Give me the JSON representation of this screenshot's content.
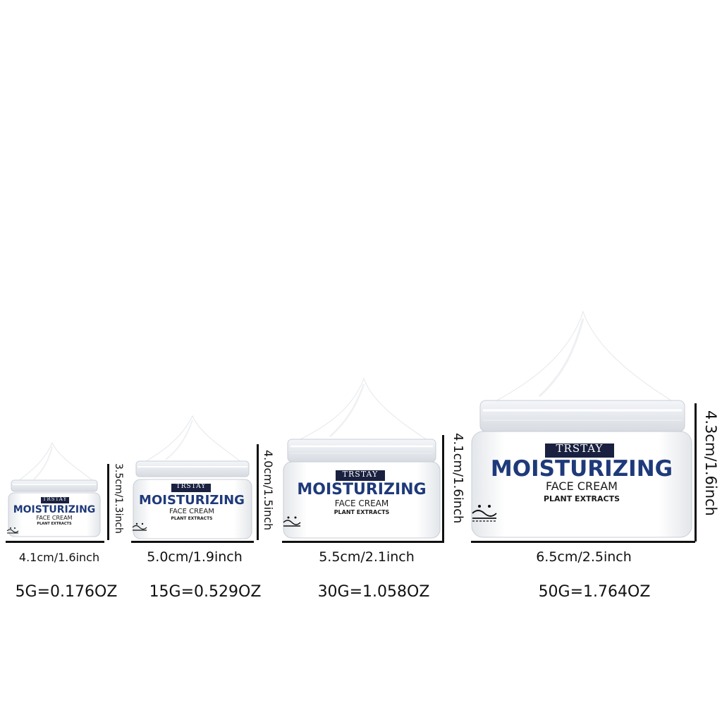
{
  "products": [
    {
      "brand": "TRSTAY",
      "title": "MOISTURIZING",
      "subtitle": "FACE CREAM",
      "extract": "PLANT EXTRACTS",
      "width_label": "4.1cm/1.6inch",
      "height_label": "3.5cm/1.3inch",
      "weight_label": "5G=0.176OZ"
    },
    {
      "brand": "TRSTAY",
      "title": "MOISTURIZING",
      "subtitle": "FACE CREAM",
      "extract": "PLANT EXTRACTS",
      "width_label": "5.0cm/1.9inch",
      "height_label": "4.0cm/1.5inch",
      "weight_label": "15G=0.529OZ"
    },
    {
      "brand": "TRSTAY",
      "title": "MOISTURIZING",
      "subtitle": "FACE CREAM",
      "extract": "PLANT EXTRACTS",
      "width_label": "5.5cm/2.1inch",
      "height_label": "4.1cm/1.6inch",
      "weight_label": "30G=1.058OZ"
    },
    {
      "brand": "TRSTAY",
      "title": "MOISTURIZING",
      "subtitle": "FACE CREAM",
      "extract": "PLANT EXTRACTS",
      "width_label": "6.5cm/2.5inch",
      "height_label": "4.3cm/1.6inch",
      "weight_label": "50G=1.764OZ"
    }
  ],
  "colors": {
    "title": "#1f3a7a",
    "brand_bg": "#1a2140",
    "cream": "#ffffff",
    "jar_edge": "#c9ced6"
  }
}
